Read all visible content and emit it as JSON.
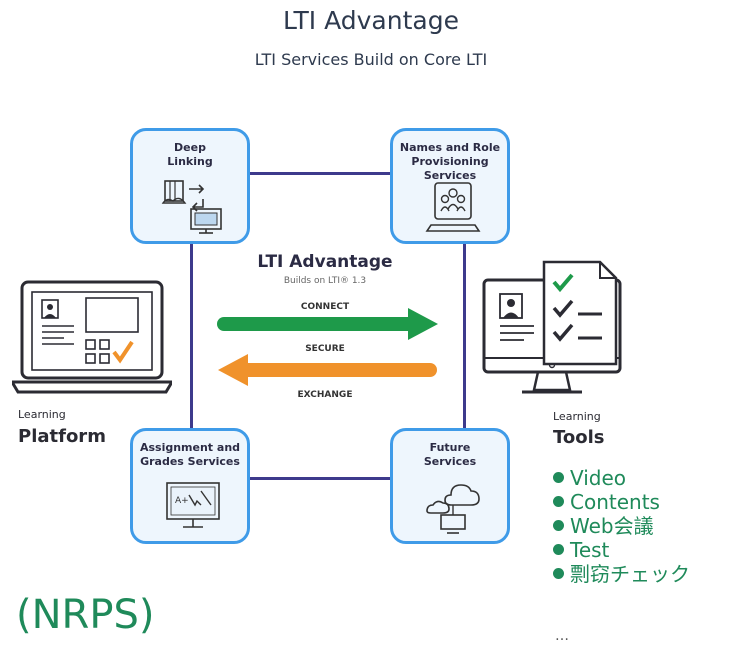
{
  "title": "LTI Advantage",
  "subtitle": "LTI Services Build on Core LTI",
  "center": {
    "title": "LTI Advantage",
    "subtitle": "Builds on LTI® 1.3",
    "connect": "CONNECT",
    "secure": "SECURE",
    "exchange": "EXCHANGE"
  },
  "services": {
    "deep_linking": {
      "line1": "Deep",
      "line2": "Linking"
    },
    "nrps": {
      "line1": "Names and Role",
      "line2": "Provisioning Services"
    },
    "ags": {
      "line1": "Assignment and",
      "line2": "Grades Services"
    },
    "future": {
      "line1": "Future",
      "line2": "Services"
    }
  },
  "platform": {
    "small": "Learning",
    "big": "Platform"
  },
  "tools": {
    "small": "Learning",
    "big": "Tools",
    "items": [
      "Video",
      "Contents",
      "Web会議",
      "Test",
      "剽窃チェック"
    ],
    "more": "…"
  },
  "annotation": "(NRPS)",
  "colors": {
    "frame": "#3d3a8c",
    "service_border": "#3f9be8",
    "service_fill": "#eef6fd",
    "connect_arrow": "#1e9a4a",
    "secure_arrow": "#f0922b",
    "annotation": "#1f8a5a"
  }
}
